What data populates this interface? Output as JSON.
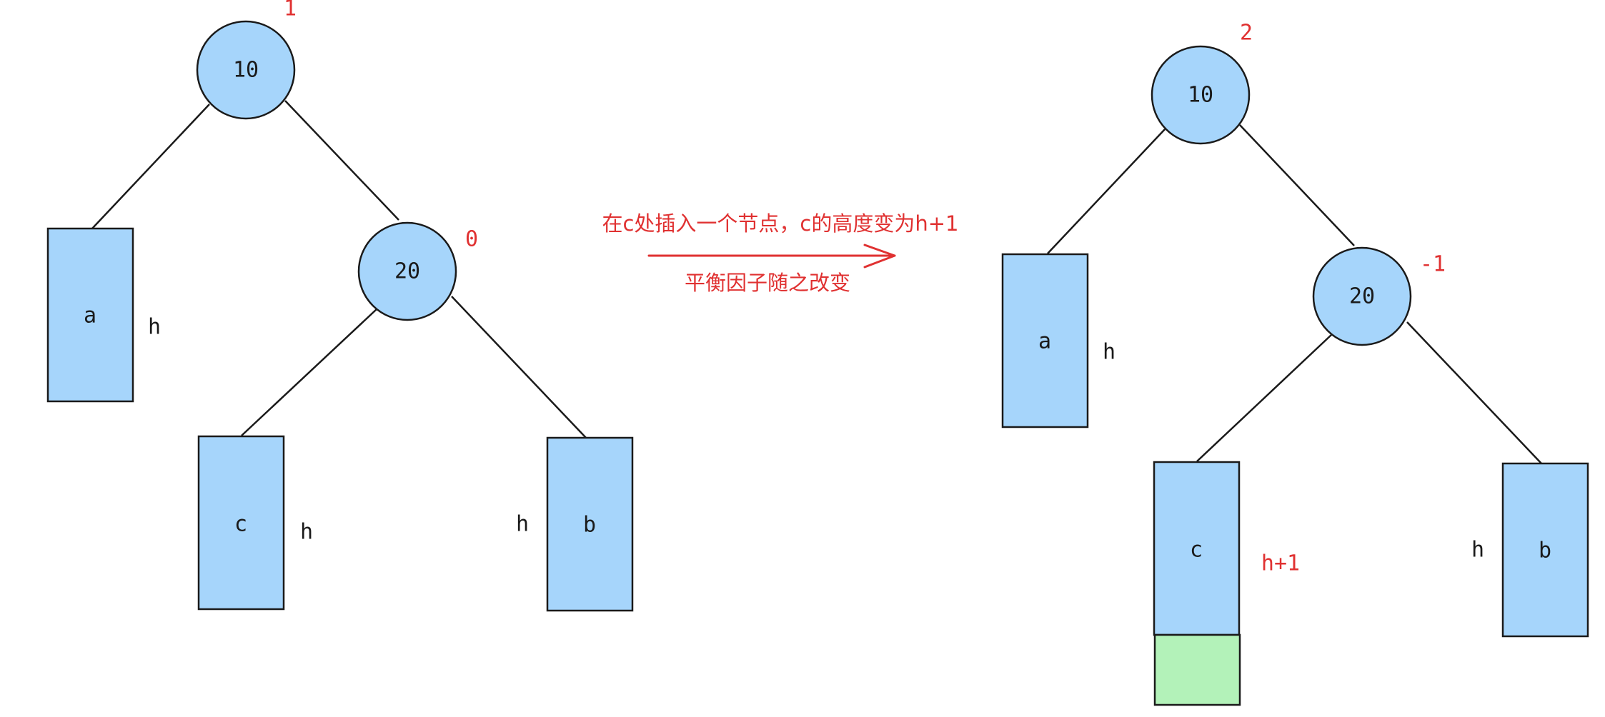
{
  "before": {
    "root": {
      "value": "10",
      "balance": "1"
    },
    "right": {
      "value": "20",
      "balance": "0"
    },
    "subtree_a": {
      "label": "a",
      "height": "h"
    },
    "subtree_c": {
      "label": "c",
      "height": "h"
    },
    "subtree_b": {
      "label": "b",
      "height": "h"
    }
  },
  "transition": {
    "line1": "在c处插入一个节点，c的高度变为h+1",
    "line2": "平衡因子随之改变"
  },
  "after": {
    "root": {
      "value": "10",
      "balance": "2"
    },
    "right": {
      "value": "20",
      "balance": "-1"
    },
    "subtree_a": {
      "label": "a",
      "height": "h"
    },
    "subtree_c": {
      "label": "c",
      "height": "h+1"
    },
    "subtree_b": {
      "label": "b",
      "height": "h"
    }
  },
  "colors": {
    "node_fill": "#a6d5fb",
    "new_node_fill": "#b3f2b9",
    "annotation": "#e03131",
    "stroke": "#1a1a1a"
  }
}
